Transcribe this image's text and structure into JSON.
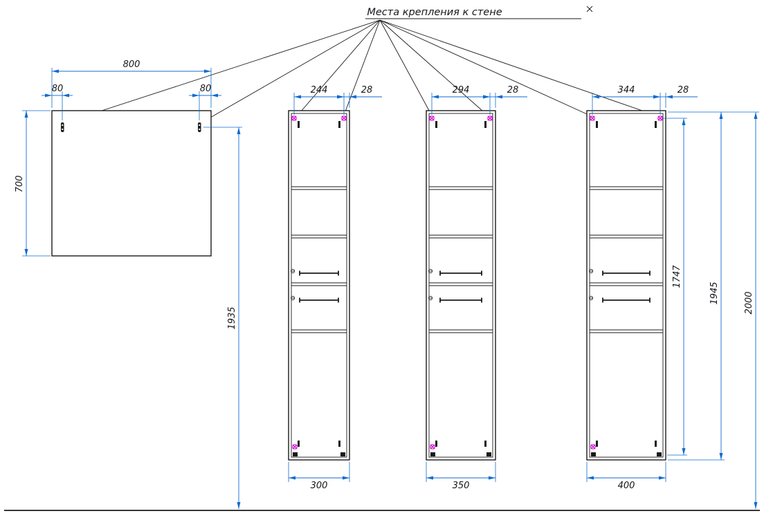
{
  "title": "Места  крепления  к  стене",
  "colors": {
    "dimension_blue": "#0f6bd0",
    "drawing_black": "#1a1a1a",
    "hinge_magenta": "#d911d9"
  },
  "mirror": {
    "width": "800",
    "offset_left": "80",
    "offset_right": "80",
    "height": "700",
    "mount_to_floor": "1935"
  },
  "cabinets": [
    {
      "mount_span": "244",
      "edge_offset": "28",
      "width": "300"
    },
    {
      "mount_span": "294",
      "edge_offset": "28",
      "width": "350"
    },
    {
      "mount_span": "344",
      "edge_offset": "28",
      "width": "400"
    }
  ],
  "heights": {
    "upper_section": "1747",
    "body": "1945",
    "total": "2000"
  }
}
